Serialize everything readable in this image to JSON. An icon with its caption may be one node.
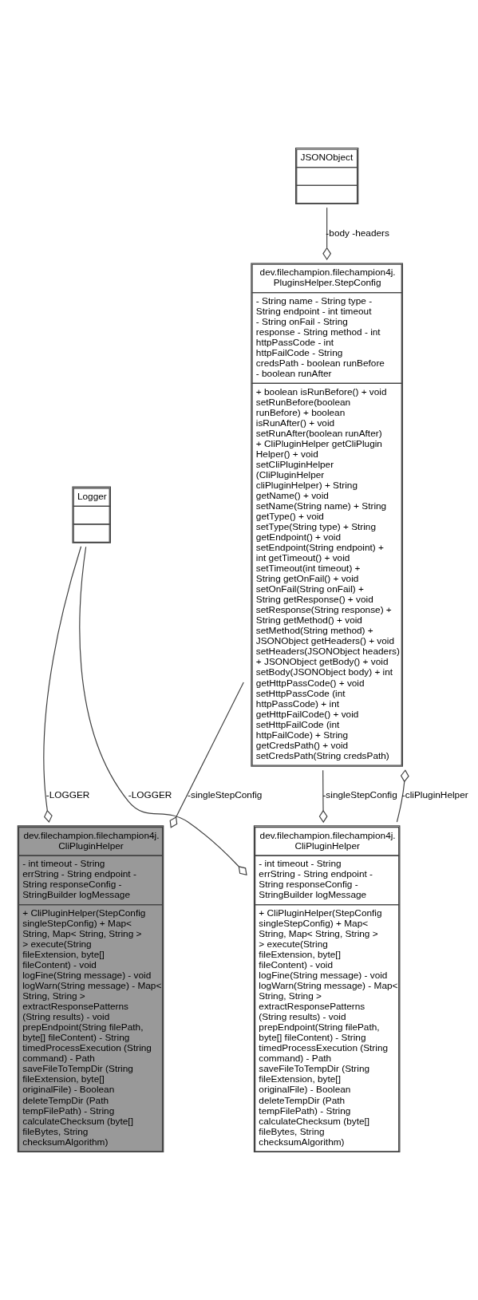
{
  "diagram": {
    "nodes": [
      {
        "text": [
          "JSONObject"
        ]
      },
      {
        "text": [
          "dev.filechampion.filechampion4j. PluginsHelper.StepConfig",
          "- String name - String type - String endpoint - int timeout - String onFail - String response - String method - int httpPassCode - int httpFailCode - String credsPath - boolean runBefore - boolean runAfter",
          "+ boolean isRunBefore() + void setRunBefore(boolean runBefore) + boolean isRunAfter() + void setRunAfter(boolean runAfter) + CliPluginHelper getCliPlugin Helper() + void setCliPluginHelper (CliPluginHelper cliPluginHelper) + String getName() + void setName(String name) + String getType() + void setType(String type) + String getEndpoint() + void setEndpoint(String endpoint) + int getTimeout() + void setTimeout(int timeout) + String getOnFail() + void setOnFail(String onFail) + String getResponse() + void setResponse(String response) + String getMethod() + void setMethod(String method) + JSONObject getHeaders() + void setHeaders(JSONObject headers) + JSONObject getBody() + void setBody(JSONObject body) + int getHttpPassCode() + void setHttpPassCode (int httpPassCode) + int getHttpFailCode() + void setHttpFailCode (int httpFailCode) + String getCredsPath() + void setCredsPath(String credsPath)"
        ]
      },
      {
        "text": [
          "Logger"
        ]
      },
      {
        "text": [
          "dev.filechampion.filechampion4j. CliPluginHelper",
          "- int timeout - String errString - String endpoint - String responseConfig - StringBuilder logMessage",
          "+ CliPluginHelper(StepConfig singleStepConfig) + Map< String, Map< String, String > > execute(String fileExtension, byte[] fileContent) - void logFine(String message) - void logWarn(String message) - Map< String, String > extractResponsePatterns (String results) - void prepEndpoint(String filePath, byte[] fileContent) - String timedProcessExecution (String command) - Path saveFileToTempDir (String fileExtension, byte[] originalFile) - Boolean deleteTempDir (Path tempFilePath) - String calculateChecksum (byte[] fileBytes, String checksumAlgorithm)"
        ]
      },
      {
        "text": [
          "dev.filechampion.filechampion4j. CliPluginHelper",
          "- int timeout - String errString - String endpoint - String responseConfig - StringBuilder logMessage",
          "+ CliPluginHelper(StepConfig singleStepConfig) + Map< String, Map< String, String > > execute(String fileExtension, byte[] fileContent) - void logFine(String message) - void logWarn(String message) - Map< String, String > extractResponsePatterns (String results) - void prepEndpoint(String filePath, byte[] fileContent) - String timedProcessExecution (String command) - Path saveFileToTempDir (String fileExtension, byte[] originalFile) - Boolean deleteTempDir (Path tempFilePath) - String calculateChecksum (byte[] fileBytes, String checksumAlgorithm)"
        ]
      }
    ],
    "edges": [
      {
        "from": 0,
        "to": 1,
        "arrow": "other",
        "label": "-body -headers"
      },
      {
        "from": 2,
        "to": 3,
        "arrow": "other",
        "label": "-LOGGER"
      },
      {
        "from": 2,
        "to": 4,
        "arrow": "other",
        "label": "-LOGGER"
      },
      {
        "from": 1,
        "to": 3,
        "arrow": "other",
        "label": "-singleStepConfig"
      },
      {
        "from": 1,
        "to": 4,
        "arrow": "other",
        "label": "-singleStepConfig"
      },
      {
        "from": 4,
        "to": 1,
        "arrow": "other",
        "label": "-cliPluginHelper"
      }
    ]
  }
}
